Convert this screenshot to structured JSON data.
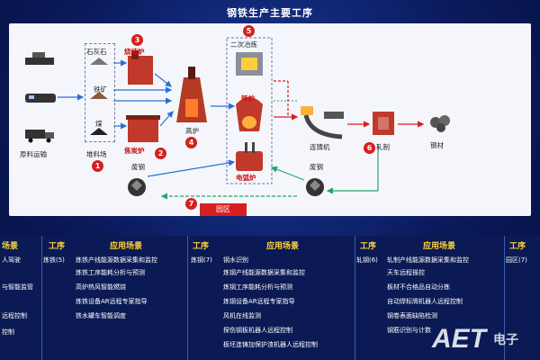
{
  "title": "钢铁生产主要工序",
  "flow": {
    "raw_transport": "原料运输",
    "stockyard": "堆料场",
    "limestone": "石灰石",
    "iron_ore": "铁矿",
    "coal": "煤",
    "sinter": "烧结炉",
    "coke": "焦炭炉",
    "blast_furnace": "高炉",
    "secondary_refining": "二次冶炼",
    "converter": "转炉",
    "arc_furnace": "电弧炉",
    "caster": "连铸机",
    "rolling": "轧制",
    "steel": "钢材",
    "crane_left": "废钢",
    "crane_right": "废钢",
    "park": "园区",
    "steps": [
      "1",
      "2",
      "3",
      "4",
      "5",
      "6",
      "7"
    ]
  },
  "table": {
    "columns": [
      {
        "process_header": "",
        "scene_header": "场景",
        "process": "",
        "scenes": [
          "人驾驶",
          "",
          "与智能监管",
          "",
          "远程控制",
          "控制"
        ]
      },
      {
        "process_header": "工序",
        "scene_header": "应用场景",
        "process": "炼铁(5)",
        "scenes": [
          "炼铁产线能源数据采集和监控",
          "炼铁工序能耗分析与预测",
          "高炉热风智能燃烧",
          "炼铁设备AR远程专家指导",
          "铁水罐车智能调度"
        ]
      },
      {
        "process_header": "工序",
        "scene_header": "应用场景",
        "process": "炼钢(7)",
        "scenes": [
          "钢水识别",
          "炼钢产线能源数据采集和监控",
          "炼钢工序能耗分析与预测",
          "炼钢设备AR远程专家指导",
          "风机在线监测",
          "探伤钢板机器人远程控制",
          "板坯连铸加保护渣机器人远程控制"
        ]
      },
      {
        "process_header": "工序",
        "scene_header": "应用场景",
        "process": "轧钢(6)",
        "scenes": [
          "轧制产线能源数据采集和监控",
          "天车远程操控",
          "板材不合格品自动分拣",
          "自动焊标牌机器人远程控制",
          "钢卷表面缺陷检测",
          "钢筋识别与计数"
        ]
      },
      {
        "process_header": "工序",
        "scene_header": "",
        "process": "园区(7)",
        "scenes": [
          "",
          "",
          "",
          "",
          ""
        ]
      }
    ]
  },
  "logo_text": "AET",
  "logo_sub": "电子技术"
}
